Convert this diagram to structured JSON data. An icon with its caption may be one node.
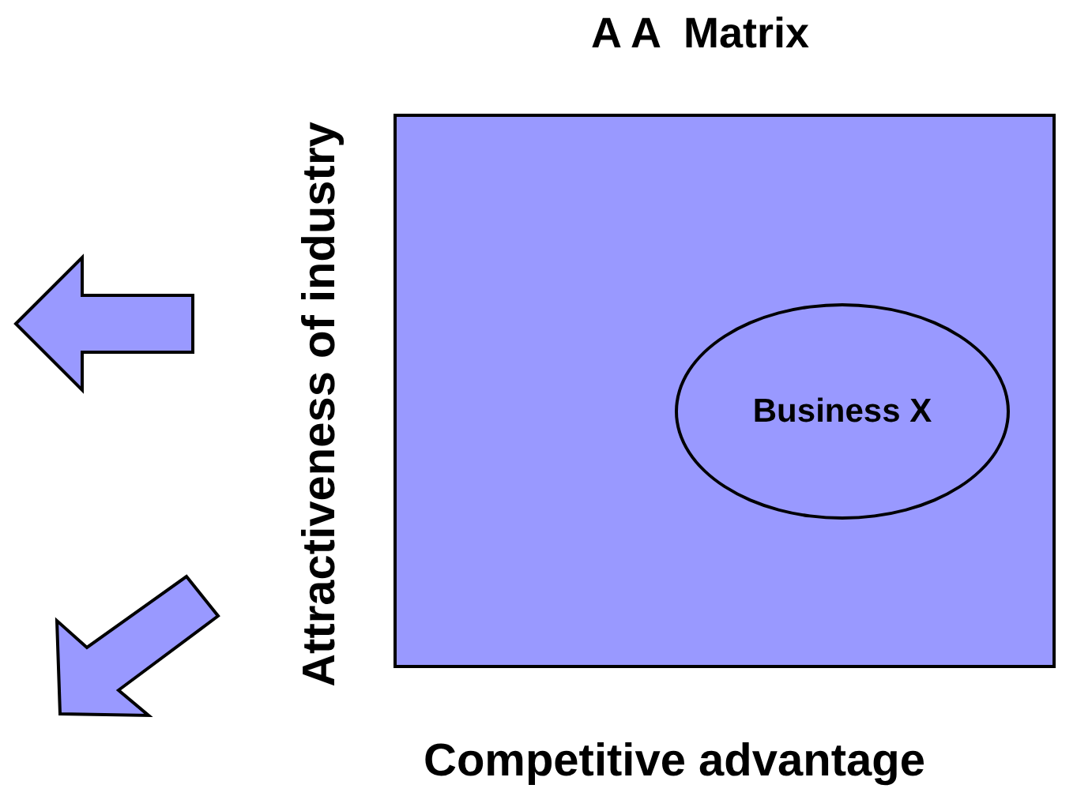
{
  "diagram": {
    "title": "A A  Matrix",
    "nodes": [
      {
        "text": [],
        "shape": "box"
      },
      {
        "text": [
          "Business X"
        ],
        "in": 0
      }
    ],
    "labels": [
      "Attractiveness of industry",
      "Competitive advantage"
    ]
  }
}
